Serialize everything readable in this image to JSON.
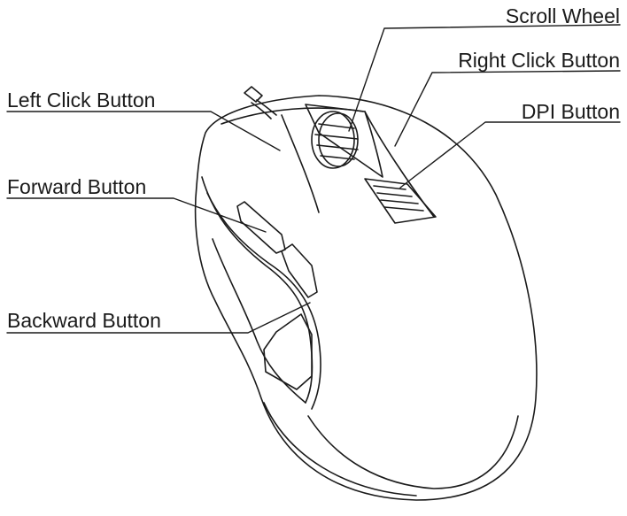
{
  "labels": {
    "scroll_wheel": "Scroll Wheel",
    "right_click": "Right Click Button",
    "dpi": "DPI Button",
    "left_click": "Left Click Button",
    "forward": "Forward Button",
    "backward": "Backward Button"
  },
  "colors": {
    "stroke": "#1a1a1a",
    "background": "#ffffff"
  }
}
